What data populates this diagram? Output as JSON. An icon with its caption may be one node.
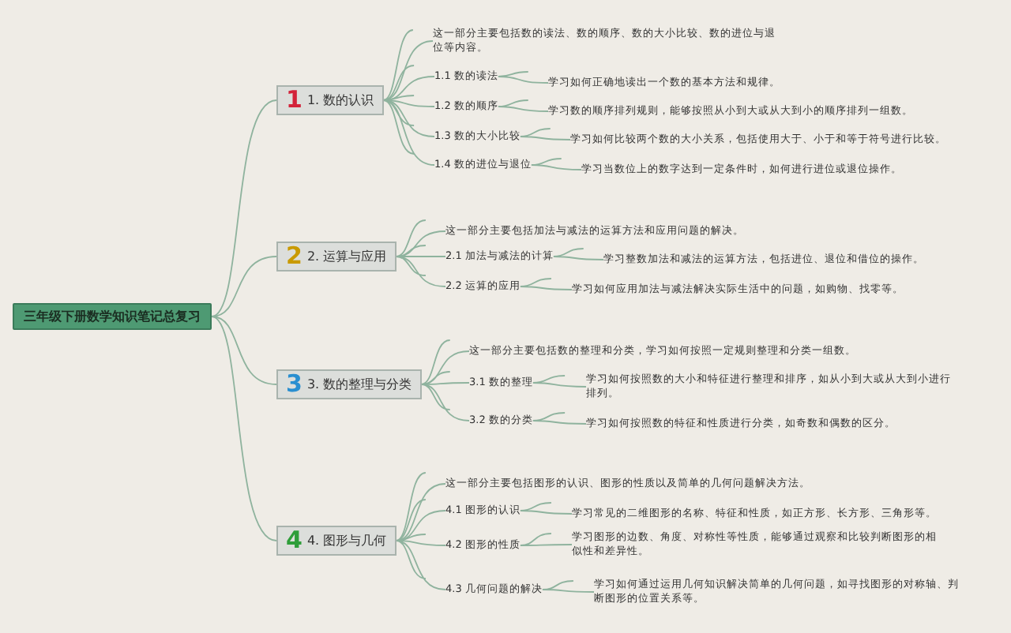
{
  "diagram": {
    "nodes": [
      {
        "text": [
          "三年级下册数学知识笔记总复习"
        ]
      },
      {
        "text": [
          "1",
          "1. 数的认识"
        ]
      },
      {
        "text": [
          "这一部分主要包括数的读法、数的顺序、数的大小比较、数的进位与退位等内容。"
        ]
      },
      {
        "text": [
          "1.1 数的读法"
        ]
      },
      {
        "text": [
          "学习如何正确地读出一个数的基本方法和规律。"
        ]
      },
      {
        "text": [
          "1.2 数的顺序"
        ]
      },
      {
        "text": [
          "学习数的顺序排列规则，能够按照从小到大或从大到小的顺序排列一组数。"
        ]
      },
      {
        "text": [
          "1.3 数的大小比较"
        ]
      },
      {
        "text": [
          "学习如何比较两个数的大小关系，包括使用大于、小于和等于符号进行比较。"
        ]
      },
      {
        "text": [
          "1.4 数的进位与退位"
        ]
      },
      {
        "text": [
          "学习当数位上的数字达到一定条件时，如何进行进位或退位操作。"
        ]
      },
      {
        "text": [
          "2",
          "2. 运算与应用"
        ]
      },
      {
        "text": [
          "这一部分主要包括加法与减法的运算方法和应用问题的解决。"
        ]
      },
      {
        "text": [
          "2.1 加法与减法的计算"
        ]
      },
      {
        "text": [
          "学习整数加法和减法的运算方法，包括进位、退位和借位的操作。"
        ]
      },
      {
        "text": [
          "2.2 运算的应用"
        ]
      },
      {
        "text": [
          "学习如何应用加法与减法解决实际生活中的问题，如购物、找零等。"
        ]
      },
      {
        "text": [
          "3",
          "3. 数的整理与分类"
        ]
      },
      {
        "text": [
          "这一部分主要包括数的整理和分类，学习如何按照一定规则整理和分类一组数。"
        ]
      },
      {
        "text": [
          "3.1 数的整理"
        ]
      },
      {
        "text": [
          "学习如何按照数的大小和特征进行整理和排序，如从小到大或从大到小进行排列。"
        ]
      },
      {
        "text": [
          "3.2 数的分类"
        ]
      },
      {
        "text": [
          "学习如何按照数的特征和性质进行分类，如奇数和偶数的区分。"
        ]
      },
      {
        "text": [
          "4",
          "4. 图形与几何"
        ]
      },
      {
        "text": [
          "这一部分主要包括图形的认识、图形的性质以及简单的几何问题解决方法。"
        ]
      },
      {
        "text": [
          "4.1 图形的认识"
        ]
      },
      {
        "text": [
          "学习常见的二维图形的名称、特征和性质，如正方形、长方形、三角形等。"
        ]
      },
      {
        "text": [
          "4.2 图形的性质"
        ]
      },
      {
        "text": [
          "学习图形的边数、角度、对称性等性质，能够通过观察和比较判断图形的相似性和差异性。"
        ]
      },
      {
        "text": [
          "4.3 几何问题的解决"
        ]
      },
      {
        "text": [
          "学习如何通过运用几何知识解决简单的几何问题，如寻找图形的对称轴、判断图形的位置关系等。"
        ]
      }
    ],
    "edges": [
      {
        "from": 0,
        "to": 1,
        "arrow": "none"
      },
      {
        "from": 1,
        "to": 2,
        "arrow": "none"
      },
      {
        "from": 1,
        "to": 3,
        "arrow": "none"
      },
      {
        "from": 3,
        "to": 4,
        "arrow": "none"
      },
      {
        "from": 1,
        "to": 5,
        "arrow": "none"
      },
      {
        "from": 5,
        "to": 6,
        "arrow": "none"
      },
      {
        "from": 1,
        "to": 7,
        "arrow": "none"
      },
      {
        "from": 7,
        "to": 8,
        "arrow": "none"
      },
      {
        "from": 1,
        "to": 9,
        "arrow": "none"
      },
      {
        "from": 9,
        "to": 10,
        "arrow": "none"
      },
      {
        "from": 0,
        "to": 11,
        "arrow": "none"
      },
      {
        "from": 11,
        "to": 12,
        "arrow": "none"
      },
      {
        "from": 11,
        "to": 13,
        "arrow": "none"
      },
      {
        "from": 13,
        "to": 14,
        "arrow": "none"
      },
      {
        "from": 11,
        "to": 15,
        "arrow": "none"
      },
      {
        "from": 15,
        "to": 16,
        "arrow": "none"
      },
      {
        "from": 0,
        "to": 17,
        "arrow": "none"
      },
      {
        "from": 17,
        "to": 18,
        "arrow": "none"
      },
      {
        "from": 17,
        "to": 19,
        "arrow": "none"
      },
      {
        "from": 19,
        "to": 20,
        "arrow": "none"
      },
      {
        "from": 17,
        "to": 21,
        "arrow": "none"
      },
      {
        "from": 21,
        "to": 22,
        "arrow": "none"
      },
      {
        "from": 0,
        "to": 23,
        "arrow": "none"
      },
      {
        "from": 23,
        "to": 24,
        "arrow": "none"
      },
      {
        "from": 23,
        "to": 25,
        "arrow": "none"
      },
      {
        "from": 25,
        "to": 26,
        "arrow": "none"
      },
      {
        "from": 23,
        "to": 27,
        "arrow": "none"
      },
      {
        "from": 27,
        "to": 28,
        "arrow": "none"
      },
      {
        "from": 23,
        "to": 29,
        "arrow": "none"
      },
      {
        "from": 29,
        "to": 30,
        "arrow": "none"
      }
    ]
  }
}
